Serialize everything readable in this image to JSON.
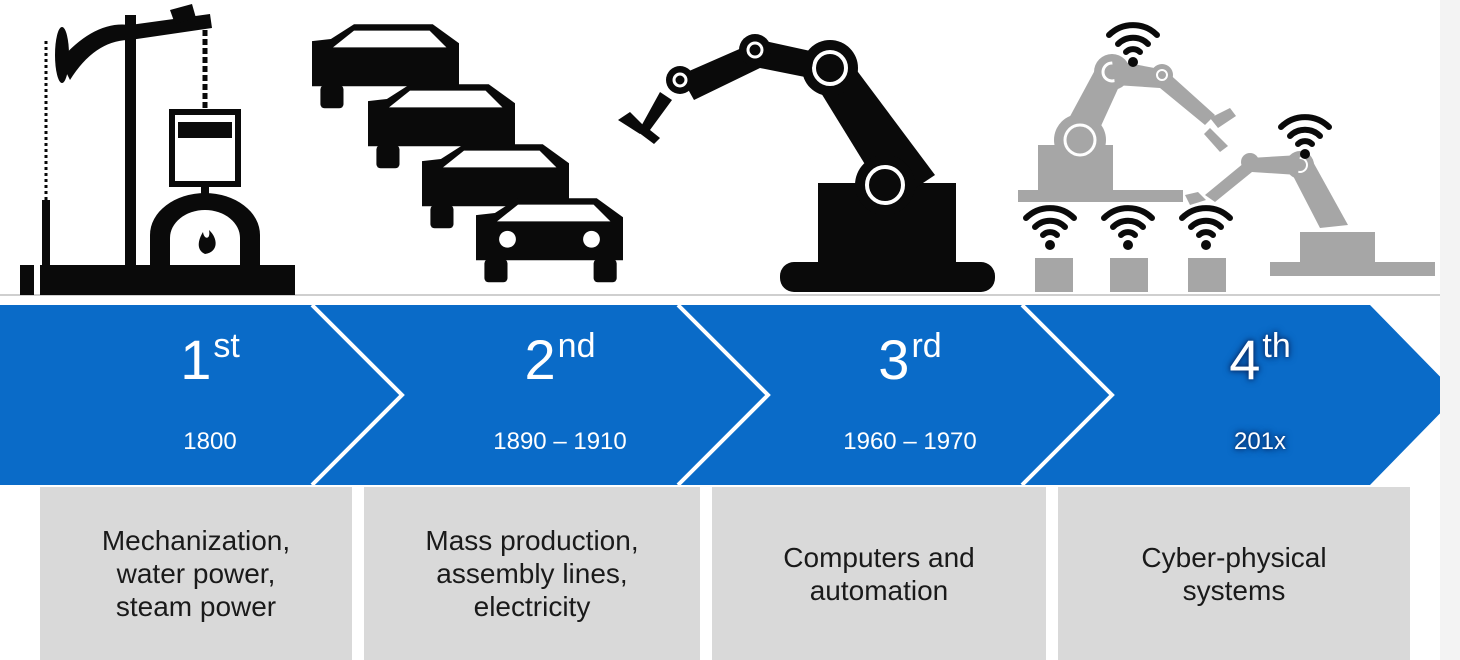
{
  "eras": [
    {
      "ordinal_number": "1",
      "ordinal_suffix": "st",
      "years": "1800",
      "description": "Mechanization,\nwater power,\nsteam power"
    },
    {
      "ordinal_number": "2",
      "ordinal_suffix": "nd",
      "years": "1890 – 1910",
      "description": "Mass production,\nassembly lines,\nelectricity"
    },
    {
      "ordinal_number": "3",
      "ordinal_suffix": "rd",
      "years": "1960 – 1970",
      "description": "Computers and\nautomation"
    },
    {
      "ordinal_number": "4",
      "ordinal_suffix": "th",
      "years": "201x",
      "description": "Cyber-physical\nsystems"
    }
  ],
  "colors": {
    "arrow_blue": "#0a6bc8",
    "arrow_border": "#ffffff",
    "icon_black": "#0a0a0a",
    "icon_gray": "#a6a6a6",
    "box_gray": "#d9d9d9"
  },
  "icons": [
    "steam-engine-icon",
    "cars-icon",
    "robot-arm-icon",
    "iot-robots-icon"
  ]
}
